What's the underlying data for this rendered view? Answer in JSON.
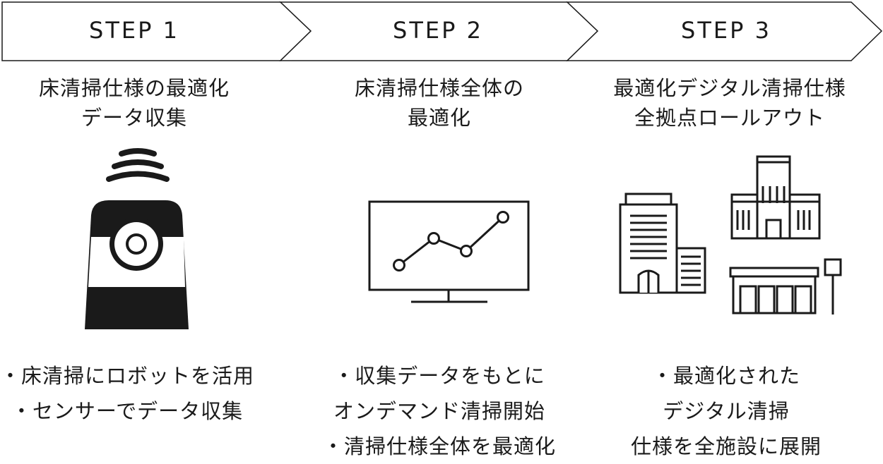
{
  "steps": [
    {
      "label": "STEP 1",
      "title_lines": [
        "床清掃仕様の最適化",
        "データ収集"
      ],
      "bullets": [
        "・床清掃にロボットを活用",
        "・センサーでデータ収集"
      ],
      "icon": "cleaning-robot-icon"
    },
    {
      "label": "STEP 2",
      "title_lines": [
        "床清掃仕様全体の",
        "最適化"
      ],
      "bullets": [
        "・収集データをもとに",
        "オンデマンド清掃開始",
        "・清掃仕様全体を最適化"
      ],
      "icon": "monitor-line-chart-icon"
    },
    {
      "label": "STEP 3",
      "title_lines": [
        "最適化デジタル清掃仕様",
        "全拠点ロールアウト"
      ],
      "bullets": [
        "・最適化された",
        "デジタル清掃",
        "仕様を全施設に展開"
      ],
      "icon": "buildings-icon"
    }
  ],
  "colors": {
    "stroke": "#1a1a1a",
    "fill": "#ffffff"
  }
}
